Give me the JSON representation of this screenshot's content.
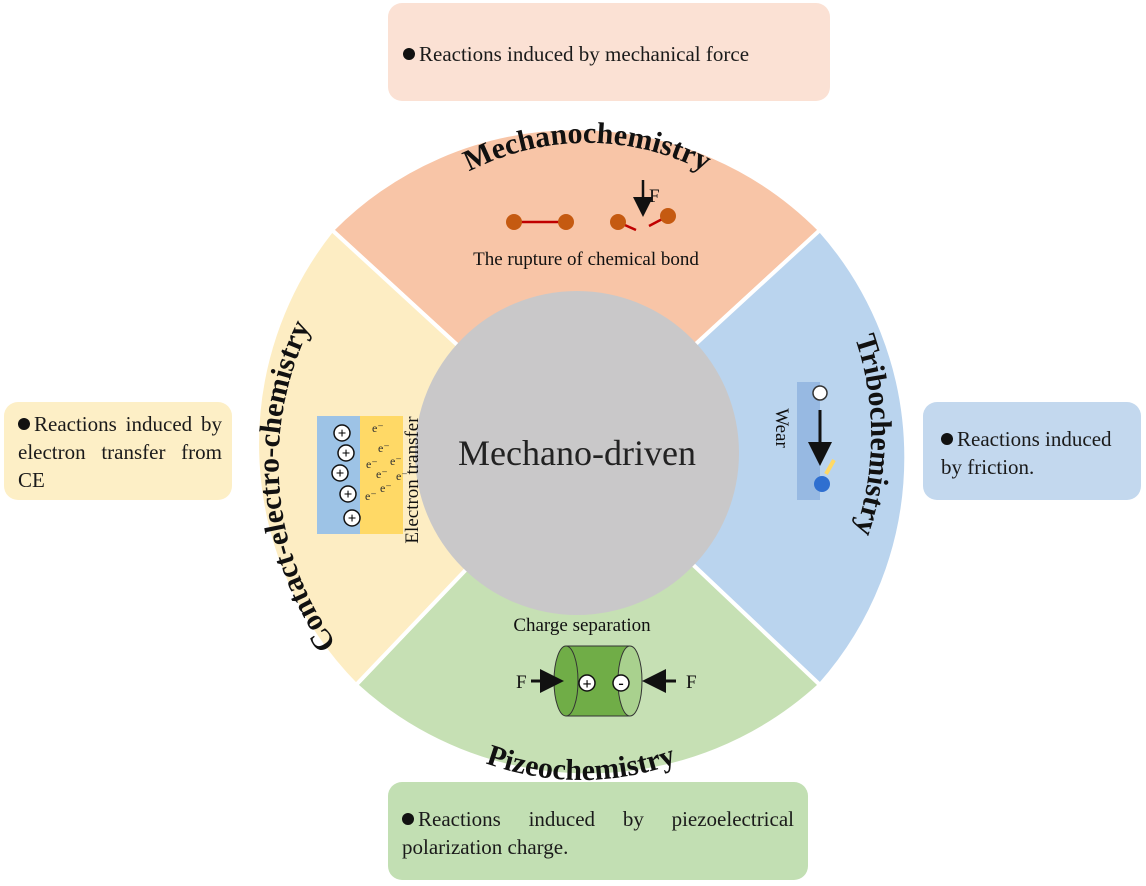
{
  "boxes": {
    "top": "Reactions induced by mechanical force",
    "left": "Reactions induced by electron transfer from CE",
    "right": "Reactions induced by friction.",
    "bottom": "Reactions induced by piezoelectrical polarization charge."
  },
  "center": {
    "label": "Mechano-driven",
    "color": "#c9c8c9"
  },
  "sectors": {
    "top": {
      "title": "Mechanochemistry",
      "caption": "The rupture of chemical bond",
      "force_label": "F",
      "color": "#f8c5a7"
    },
    "right": {
      "title": "Tribochemistry",
      "caption": "Wear",
      "color": "#bad4ee"
    },
    "bottom": {
      "title": "Pizeochemistry",
      "caption": "Charge separation",
      "force_left": "F",
      "force_right": "F",
      "color": "#c6e0b4"
    },
    "left": {
      "title": "Contact-electro-chemistry",
      "caption": "Electron transfer",
      "electron_label": "e⁻",
      "color": "#fdedc3"
    }
  },
  "icons": {
    "bond": "chemical-bond-icon",
    "broken_bond": "broken-bond-icon",
    "wear": "wear-icon",
    "cylinder": "piezo-cylinder-icon",
    "charge": "charge-layer-icon"
  },
  "colors": {
    "atom": "#c55a11",
    "bond": "#c00000",
    "wear_ball": "#2f6fd0",
    "wear_debris": "#ffd966",
    "cylinder": "#70ad47",
    "plus_layer": "#9dc3e6",
    "minus_layer": "#ffd966"
  }
}
